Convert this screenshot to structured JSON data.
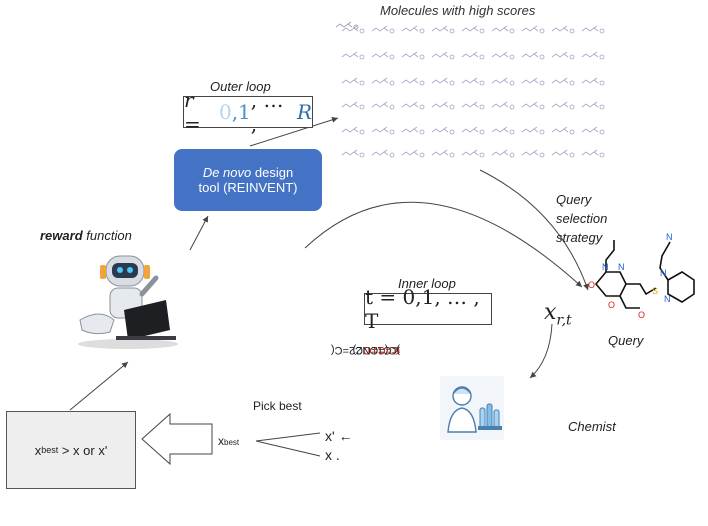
{
  "title_top": "Molecules with high scores",
  "outer_loop": {
    "label": "Outer loop",
    "formula_prefix": "r =",
    "v0": "0",
    "v1": ",1",
    "mid": ", … ,",
    "vR": "R"
  },
  "design_tool": {
    "line1_italic": "De novo",
    "line1_rest": "design",
    "line2": "tool (REINVENT)"
  },
  "reward": {
    "bold": "reward",
    "rest": "function"
  },
  "query_strategy": [
    "Query",
    "selection",
    "strategy"
  ],
  "inner_loop": {
    "label": "Inner loop",
    "formula": "t = 0,1, … , T"
  },
  "x_rt": {
    "base": "x",
    "sub": "r,t"
  },
  "query_label": "Query",
  "chemist_label": "Chemist",
  "smiles": {
    "prefix": "x:C1=CC2=C(",
    "red": "C=C1O",
    "suffix": ")C(=CN2)"
  },
  "pick_best": "Pick best",
  "x_best": {
    "base": "x",
    "sub": "best"
  },
  "x_prime": "x' ←",
  "x_plain": "x     .",
  "result_box": {
    "base": "x",
    "sub": "best",
    "rest": "> x or x'"
  },
  "colors": {
    "design_tool_fill": "#4472c4",
    "r_value_0": "#bcd3ea",
    "r_value_1": "#4a90c8",
    "r_value_R": "#2f6fb0",
    "smiles_highlight": "#e02020",
    "result_box_fill": "#eeeeee"
  },
  "icons": [
    "robot-with-laptop-icon",
    "chemist-with-test-tubes-icon",
    "molecule-structure-icon"
  ]
}
